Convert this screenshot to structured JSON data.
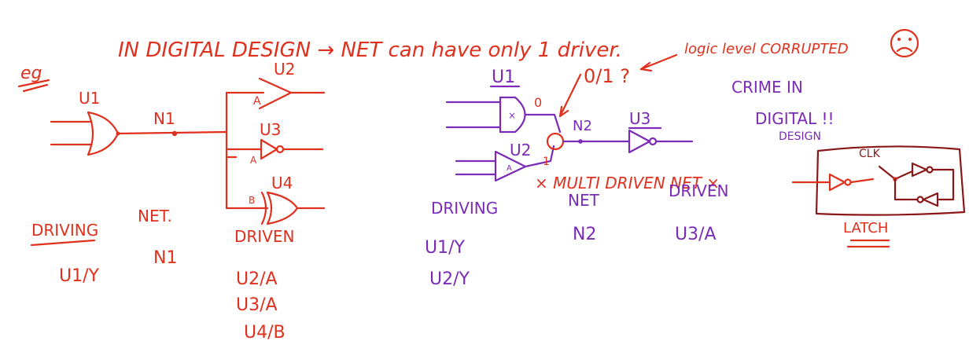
{
  "colors": {
    "red": "#e0301e",
    "purple": "#7a2bb8",
    "dark_red": "#8a1818",
    "background": "#ffffff"
  },
  "header": {
    "title": "IN DIGITAL DESIGN → NET can have only 1 driver.",
    "logic_note": "logic level CORRUPTED",
    "sad_face_icon": "sad-face-icon"
  },
  "left_example": {
    "eg_label": "eg",
    "gates": {
      "u1": "U1",
      "u2": "U2",
      "u3": "U3",
      "u4": "U4"
    },
    "net_label": "N1",
    "pin_labels": {
      "u2_a": "A",
      "u3_a": "A",
      "u4_b": "B"
    },
    "table": {
      "driving_header": "DRIVING",
      "net_header": "NET.",
      "driven_header": "DRIVEN",
      "driving": [
        "U1/Y"
      ],
      "net": [
        "N1"
      ],
      "driven": [
        "U2/A",
        "U3/A",
        "U4/B"
      ]
    }
  },
  "middle_example": {
    "gates": {
      "u1": "U1",
      "u2": "U2",
      "u3": "U3"
    },
    "and_mark": "×",
    "buf_mark": "A",
    "out_u1": "0",
    "out_u2": "1",
    "question": "0/1 ?",
    "net_label": "N2",
    "multi_driven": "× MULTI DRIVEN NET ×",
    "table": {
      "driving_header": "DRIVING",
      "net_header": "NET",
      "driven_header": "DRIVEN",
      "driving": [
        "U1/Y",
        "U2/Y"
      ],
      "net": [
        "N2"
      ],
      "driven": [
        "U3/A"
      ]
    }
  },
  "right_example": {
    "crime_line1": "CRIME IN",
    "crime_line2": "DIGITAL !!",
    "crime_line3": "DESIGN",
    "clk_label": "CLK",
    "latch_label": "LATCH"
  }
}
